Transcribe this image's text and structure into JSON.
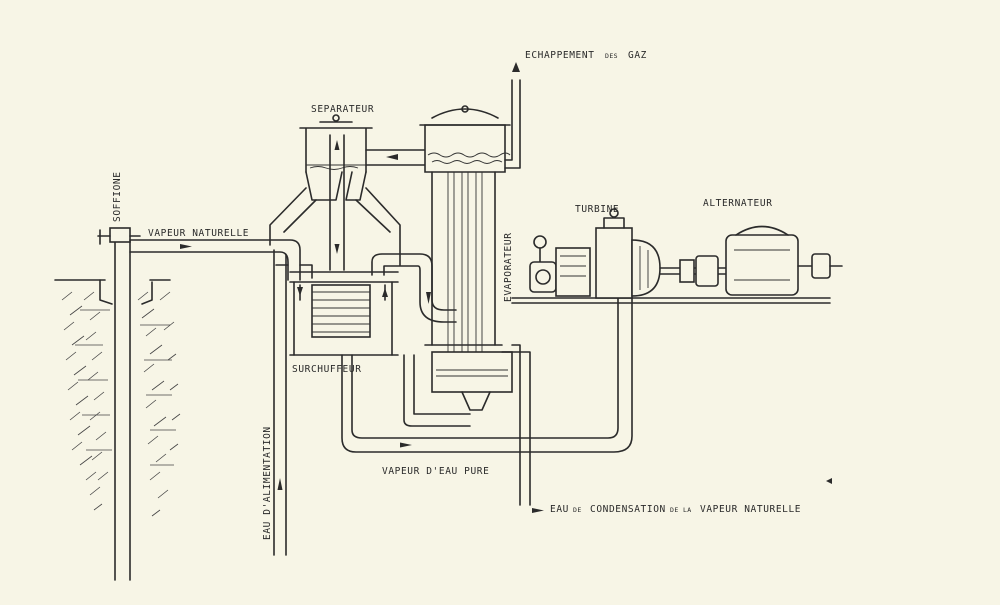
{
  "labels": {
    "soffione": "SOFFIONE",
    "vapeur_naturelle": "VAPEUR NATURELLE",
    "separateur": "SEPARATEUR",
    "echappement_main": "ECHAPPEMENT",
    "echappement_des": "DES",
    "echappement_gaz": "GAZ",
    "evaporateur": "EVAPORATEUR",
    "turbine": "TURBINE",
    "alternateur": "ALTERNATEUR",
    "surchauffeur": "SURCHUFFEUR",
    "eau_alimentation": "EAU D'ALIMENTATION",
    "vapeur_eau_pure": "VAPEUR D'EAU PURE",
    "eau_condensation_1": "EAU",
    "eau_condensation_de": "DE",
    "eau_condensation_2": "CONDENSATION",
    "eau_condensation_dela": "DE LA",
    "eau_condensation_3": "VAPEUR NATURELLE"
  },
  "colors": {
    "paper": "#f7f5e6",
    "ink": "#2b2b2b"
  }
}
